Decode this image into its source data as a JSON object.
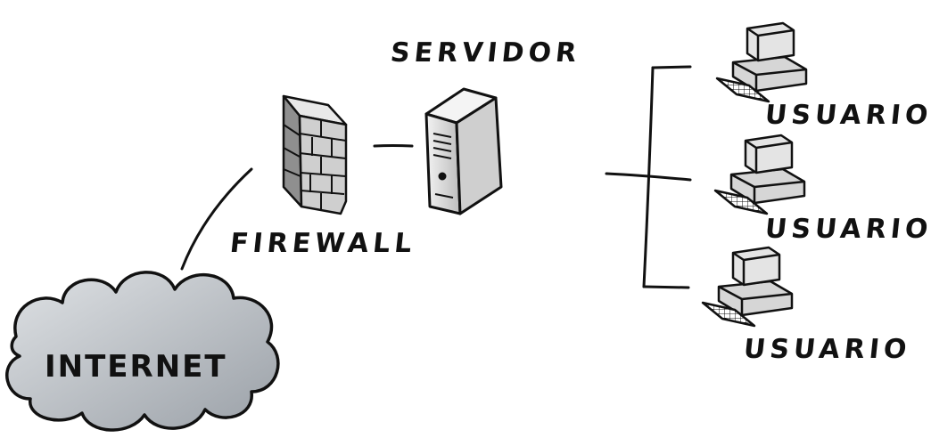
{
  "labels": {
    "servidor": "SERVIDOR",
    "firewall": "FIREWALL",
    "internet": "INTERNET",
    "usuarios": [
      "USUARIO",
      "USUARIO",
      "USUARIO"
    ]
  },
  "colors": {
    "stroke": "#111111",
    "cloud_fill": "#b4b9bf",
    "device_fill": "#dcdcdc",
    "shade": "#9a9a9a"
  }
}
